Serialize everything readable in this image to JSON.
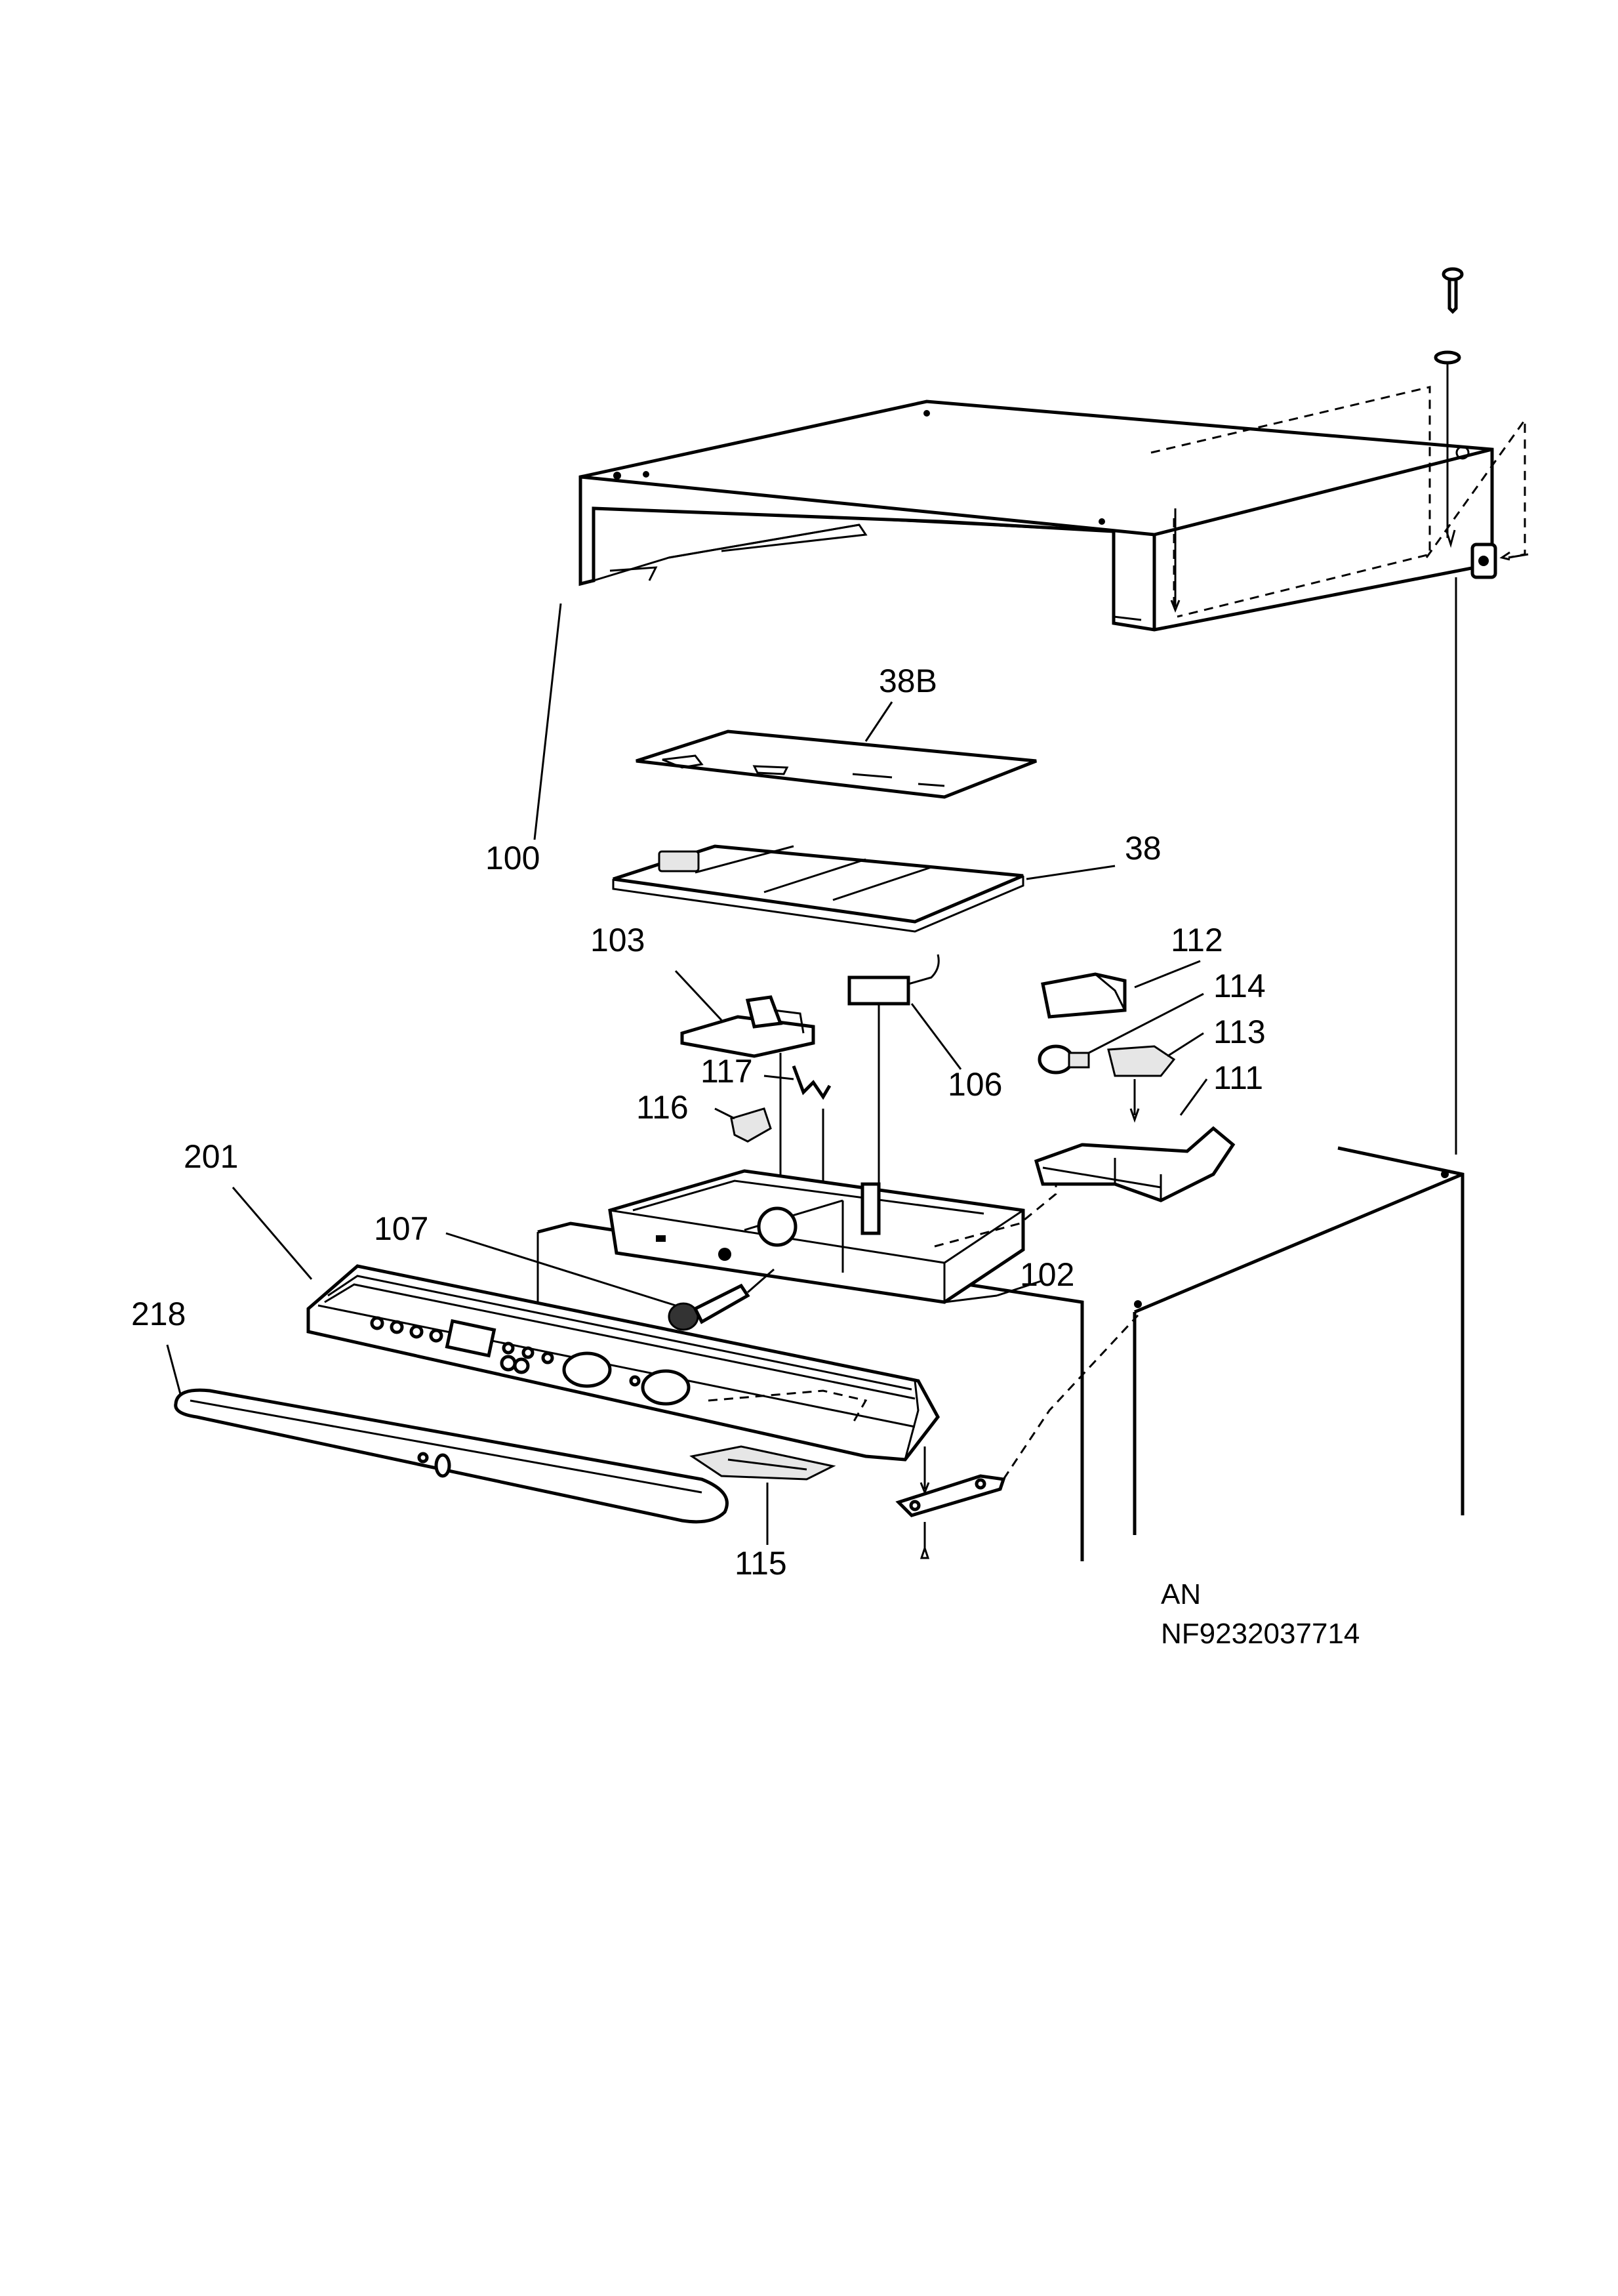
{
  "diagram": {
    "labels": {
      "p100": "100",
      "p38b": "38B",
      "p38": "38",
      "p103": "103",
      "p112": "112",
      "p114": "114",
      "p113": "113",
      "p111": "111",
      "p117": "117",
      "p116": "116",
      "p106": "106",
      "p201": "201",
      "p107": "107",
      "p102": "102",
      "p218": "218",
      "p115": "115"
    },
    "footer": {
      "line1": "AN",
      "line2": "NF9232037714"
    }
  }
}
